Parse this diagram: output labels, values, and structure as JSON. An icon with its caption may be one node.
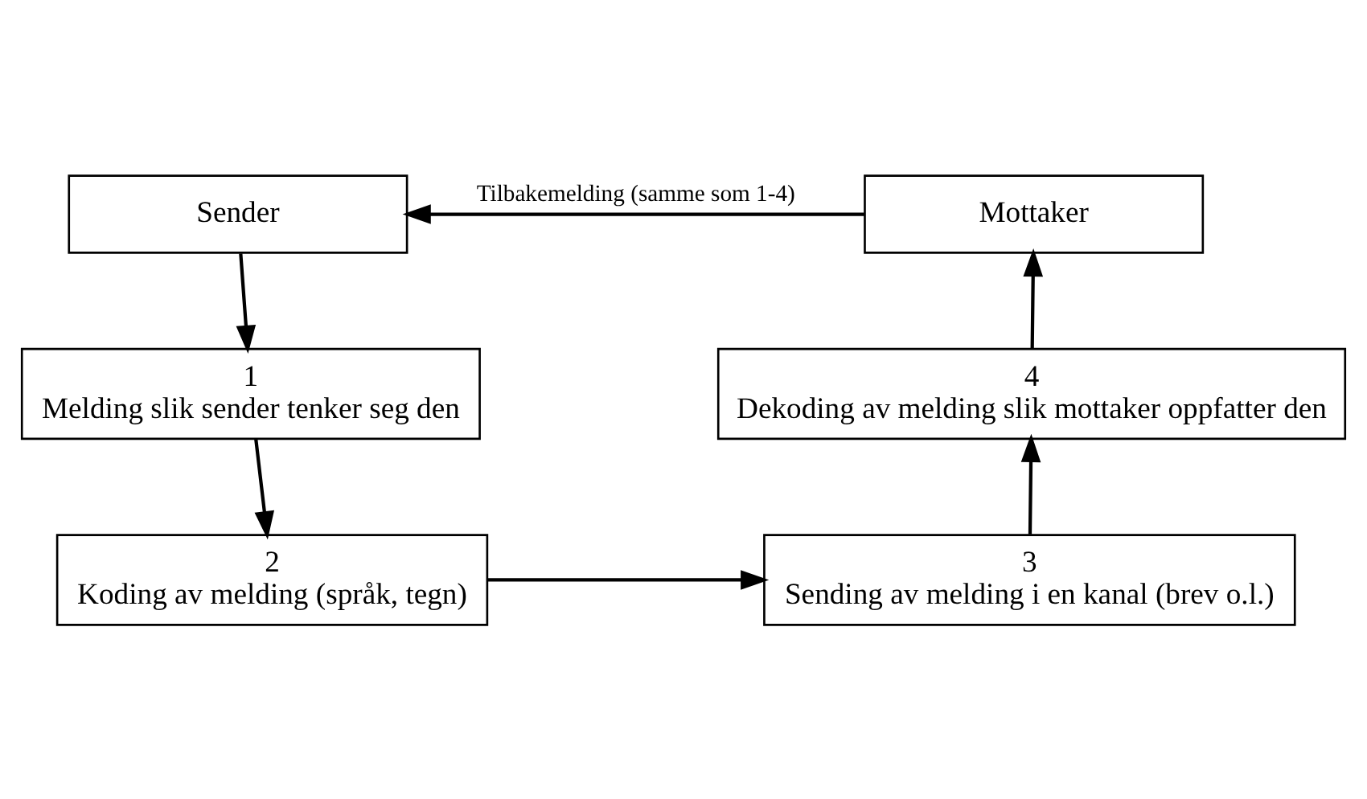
{
  "diagram": {
    "nodes": [
      {
        "text": [
          "Sender"
        ]
      },
      {
        "text": [
          "Mottaker"
        ]
      },
      {
        "text": [
          "1",
          "Melding slik sender tenker seg den"
        ]
      },
      {
        "text": [
          "4",
          "Dekoding av melding slik mottaker oppfatter den"
        ]
      },
      {
        "text": [
          "2",
          "Koding av melding (språk, tegn)"
        ]
      },
      {
        "text": [
          "3",
          "Sending av melding i en kanal (brev o.l.)"
        ]
      }
    ],
    "edges": [
      {
        "from": 1,
        "to": 0,
        "arrow": "to",
        "label": "Tilbakemelding (samme som 1-4)"
      },
      {
        "from": 0,
        "to": 2,
        "arrow": "to"
      },
      {
        "from": 2,
        "to": 4,
        "arrow": "to"
      },
      {
        "from": 4,
        "to": 5,
        "arrow": "to"
      },
      {
        "from": 5,
        "to": 3,
        "arrow": "to"
      },
      {
        "from": 3,
        "to": 1,
        "arrow": "to"
      }
    ]
  }
}
